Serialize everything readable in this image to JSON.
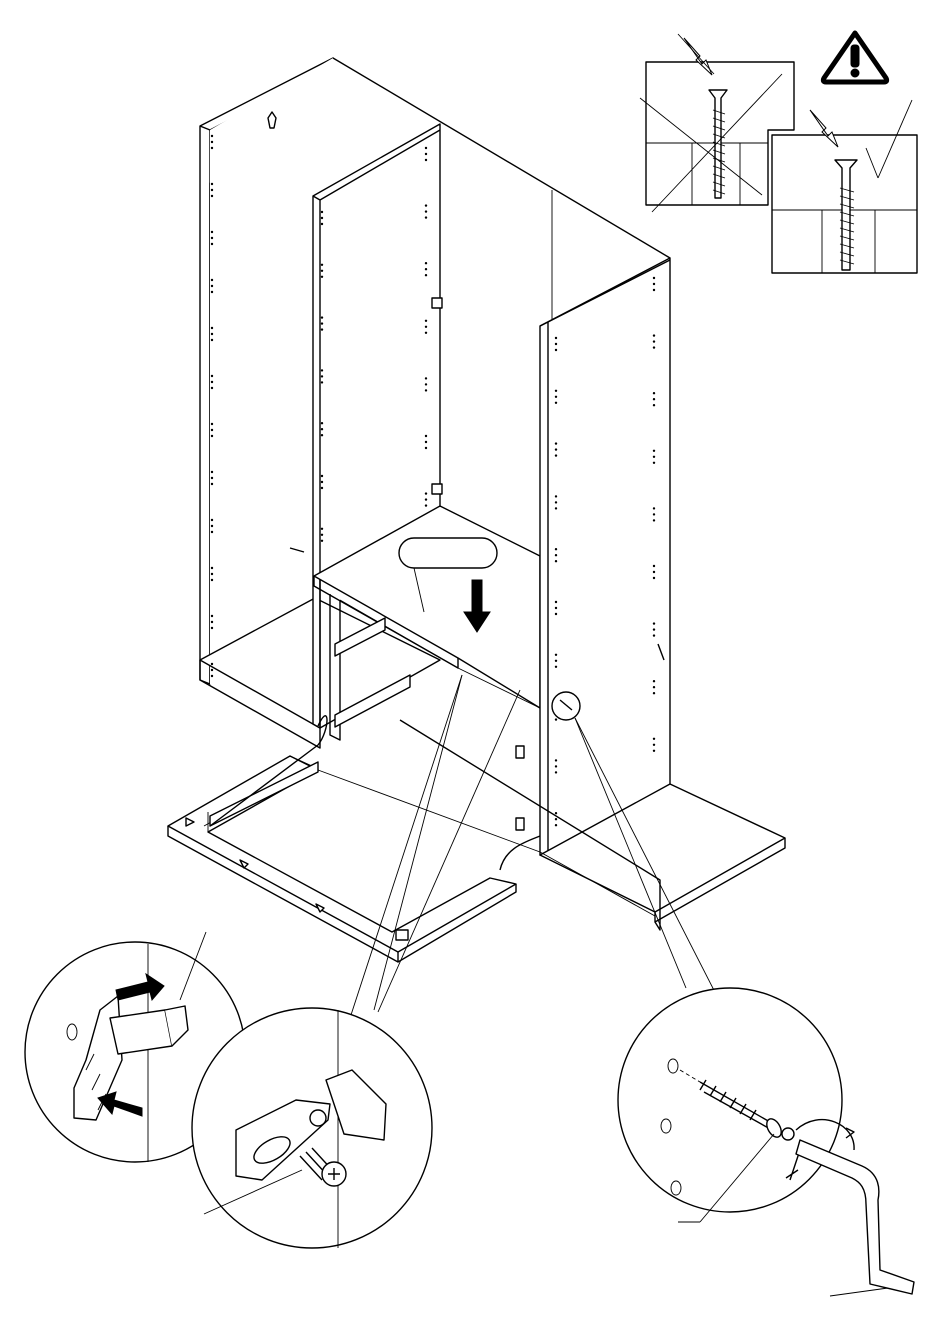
{
  "figure": {
    "warning_icon": "warning-triangle-icon",
    "callouts": [
      "cam-lock-insert-detail",
      "cam-fitting-screw-detail",
      "screw-with-hex-key-detail",
      "screw-depth-detail"
    ],
    "arrows": [
      "push-arrow-icon",
      "down-arrow-icon"
    ],
    "colors": {
      "line": "#000000",
      "background": "#ffffff"
    }
  }
}
